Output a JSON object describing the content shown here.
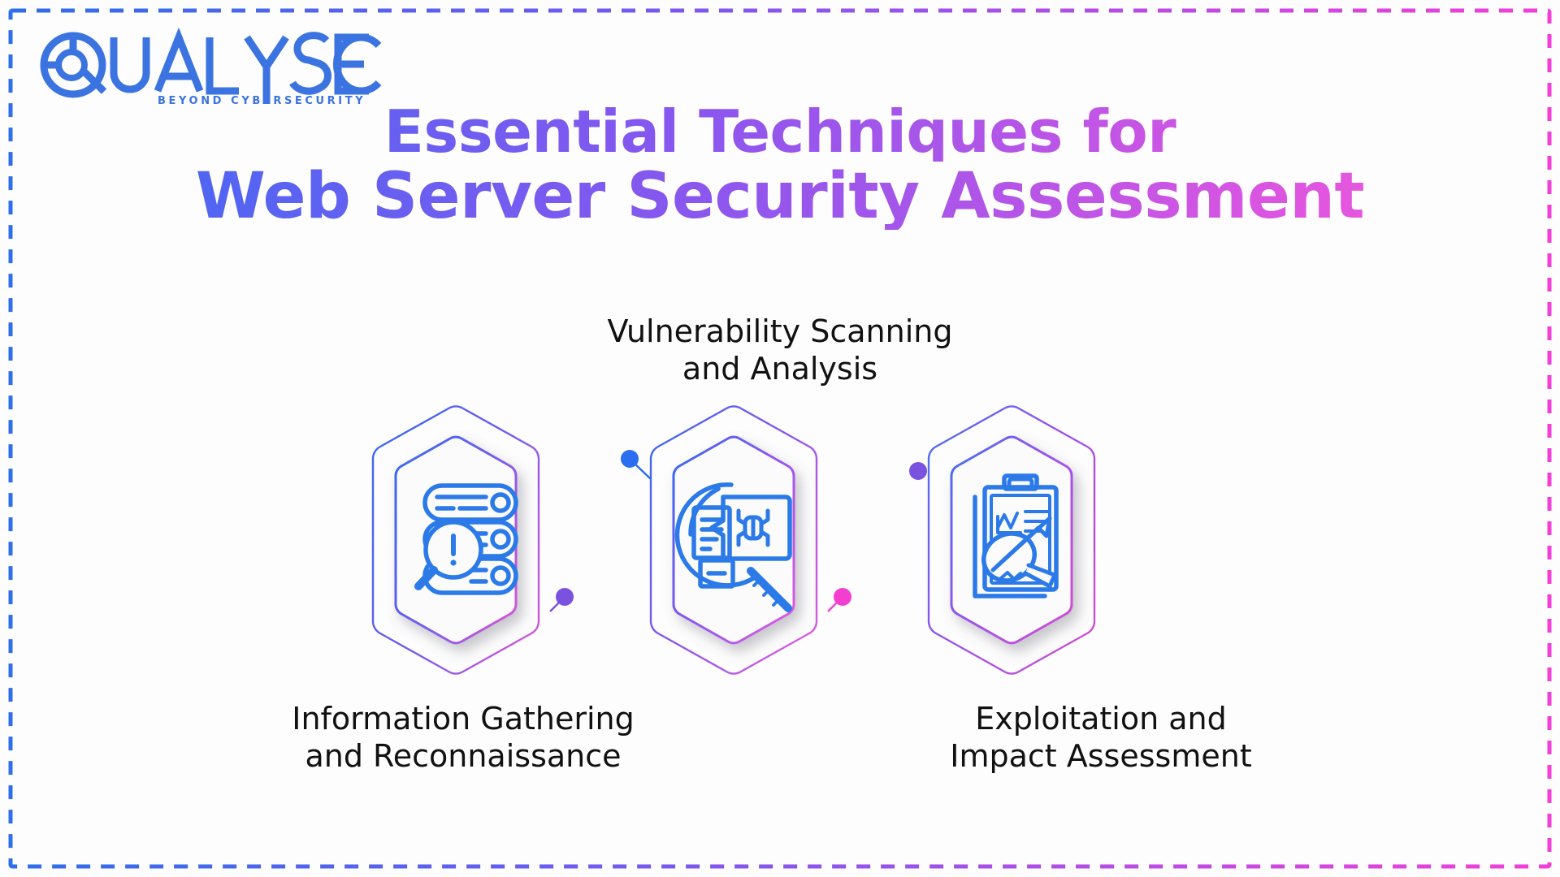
{
  "brand": {
    "logo_name": "QUALYSEC",
    "tagline": "BEYOND CYBERSECURITY",
    "logo_color": "#3b74e0"
  },
  "title": {
    "line1": "Essential Techniques for",
    "line2": "Web Server Security Assessment"
  },
  "steps": [
    {
      "id": "information-gathering",
      "label": "Information Gathering\nand Reconnaissance",
      "icon": "server-stack-search-alert-icon",
      "position": "left",
      "dot_color": "#7b52e0",
      "hex_gradient_from": "#3b68f0",
      "hex_gradient_to": "#d755d6"
    },
    {
      "id": "vulnerability-scanning",
      "label": "Vulnerability Scanning\nand Analysis",
      "icon": "magnifier-document-bug-icon",
      "position": "center",
      "dot_color": "#f23fd0",
      "hex_gradient_from": "#3b68f0",
      "hex_gradient_to": "#e25ae0"
    },
    {
      "id": "exploitation-impact",
      "label": "Exploitation and\nImpact Assessment",
      "icon": "clipboard-report-magnifier-icon",
      "position": "right",
      "dot_color": "#7b52e0",
      "hex_gradient_from": "#3b68f0",
      "hex_gradient_to": "#d24fd0"
    }
  ],
  "theme": {
    "background": "#fdfdfd",
    "icon_stroke": "#2b7ae8",
    "text_color": "#111111",
    "border_gradient_from": "#2f6fe8",
    "border_gradient_to": "#f13fd8"
  }
}
